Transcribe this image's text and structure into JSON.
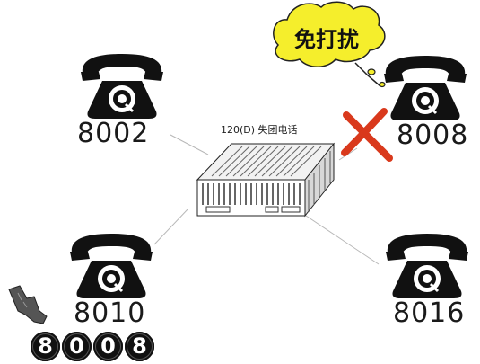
{
  "switch": {
    "label": "120(D) 失团电话"
  },
  "bubble": {
    "text": "免打扰"
  },
  "phones": [
    {
      "id": "p8002",
      "ext": "8002"
    },
    {
      "id": "p8008",
      "ext": "8008",
      "blocked": true
    },
    {
      "id": "p8010",
      "ext": "8010"
    },
    {
      "id": "p8016",
      "ext": "8016"
    }
  ],
  "dialed_digits": [
    "8",
    "0",
    "0",
    "8"
  ],
  "colors": {
    "cross": "#d9391c",
    "bubble_fill": "#f5ee2c",
    "ink": "#111111",
    "line": "#b8b8b8"
  }
}
